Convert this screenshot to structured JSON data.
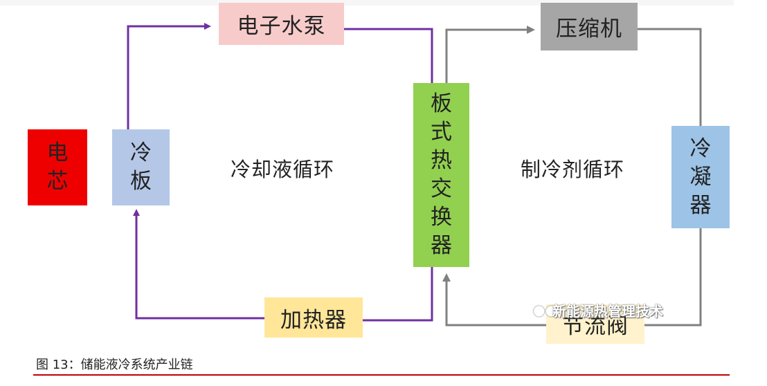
{
  "nodes": {
    "cell": "电芯",
    "cold_plate": "冷板",
    "pump": "电子水泵",
    "heater": "加热器",
    "plate_exchanger": "板式热交换器",
    "compressor": "压缩机",
    "condenser": "冷凝器",
    "throttle_valve": "节流阀"
  },
  "loops": {
    "coolant": "冷却液循环",
    "refrigerant": "制冷剂循环"
  },
  "caption": "图 13：储能液冷系统产业链",
  "watermark": "新能源热管理技术",
  "colors": {
    "cell": "#ee0000",
    "cold_plate": "#b4c7e7",
    "pump": "#f8cbcb",
    "heater": "#ffe699",
    "plate_exchanger": "#92d050",
    "compressor": "#a6a6a6",
    "condenser": "#9dc3e6",
    "throttle_valve": "#fff2cc",
    "coolant_line": "#7030a0",
    "refrigerant_line": "#808080",
    "caption_rule": "#c00000"
  }
}
